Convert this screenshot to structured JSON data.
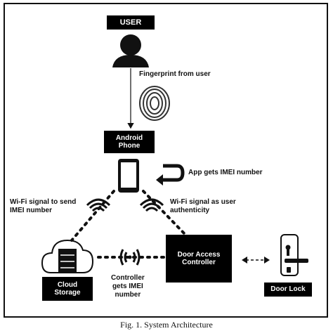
{
  "nodes": {
    "user": "USER",
    "android_phone": "Android\nPhone",
    "door_access_controller": "Door Access\nController",
    "cloud_storage": "Cloud\nStorage",
    "door_lock": "Door Lock"
  },
  "labels": {
    "fingerprint": "Fingerprint from user",
    "app_imei": "App gets IMEI number",
    "wifi_send": "Wi-Fi signal to send\nIMEI number",
    "wifi_auth": "Wi-Fi signal as user\nauthenticity",
    "controller_imei": "Controller\ngets IMEI\nnumber"
  },
  "caption": "Fig. 1.   System Architecture",
  "icons": [
    "user-silhouette-icon",
    "fingerprint-icon",
    "smartphone-icon",
    "return-arrow-icon",
    "wifi-icon",
    "cloud-server-icon",
    "door-handle-icon"
  ],
  "colors": {
    "box": "#000000",
    "box_text": "#ffffff",
    "line": "#111111"
  }
}
